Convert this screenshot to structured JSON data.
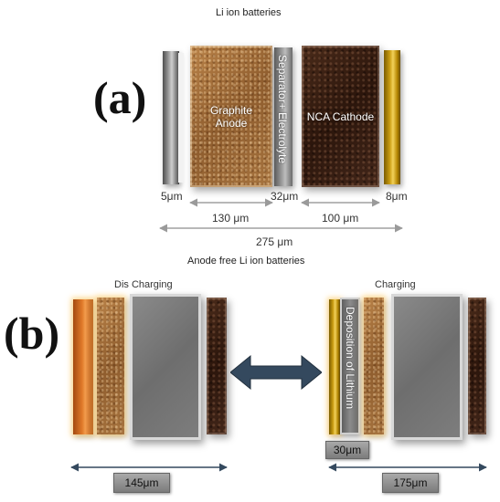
{
  "panel_a": {
    "title": "Li ion batteries",
    "label": "(a)",
    "anode_label": "Graphite\nAnode",
    "separator_label": "Separator+ Electrolyte",
    "cathode_label": "NCA Cathode",
    "dim_5": "5μm",
    "dim_32": "32μm",
    "dim_8": "8μm",
    "dim_130": "130 μm",
    "dim_100": "100 μm",
    "dim_275": "275 μm"
  },
  "panel_b": {
    "title": "Anode free Li ion batteries",
    "label": "(b)",
    "discharging_label": "Dis Charging",
    "charging_label": "Charging",
    "deposition_label": "Deposition of Lithium",
    "dim_30": "30μm",
    "dim_145": "145μm",
    "dim_175": "175μm"
  },
  "colors": {
    "silver_foil": "#9a9a9a",
    "gold_foil": "#d4a017",
    "copper_foil": "#e07a2a",
    "graphite": "#a26f3c",
    "nca": "#3a2114",
    "arrow": "#34495e"
  }
}
